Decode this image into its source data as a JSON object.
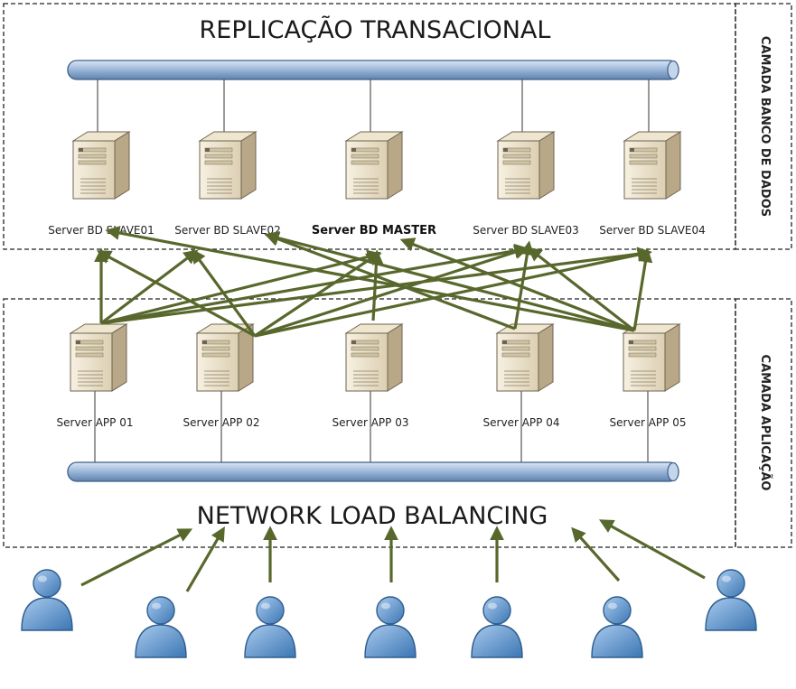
{
  "db_layer": {
    "title": "REPLICAÇÃO TRANSACIONAL",
    "side_label": "CAMADA BANCO DE DADOS",
    "servers": [
      {
        "id": "slave01",
        "label": "Server BD SLAVE01",
        "bold": false
      },
      {
        "id": "slave02",
        "label": "Server BD SLAVE02",
        "bold": false
      },
      {
        "id": "master",
        "label": "Server BD MASTER",
        "bold": true
      },
      {
        "id": "slave03",
        "label": "Server BD SLAVE03",
        "bold": false
      },
      {
        "id": "slave04",
        "label": "Server BD SLAVE04",
        "bold": false
      }
    ]
  },
  "app_layer": {
    "title": "NETWORK LOAD BALANCING",
    "side_label": "CAMADA APLICAÇÃO",
    "servers": [
      {
        "id": "app01",
        "label": "Server APP 01"
      },
      {
        "id": "app02",
        "label": "Server APP 02"
      },
      {
        "id": "app03",
        "label": "Server APP 03"
      },
      {
        "id": "app04",
        "label": "Server APP 04"
      },
      {
        "id": "app05",
        "label": "Server APP 05"
      }
    ]
  },
  "users": {
    "count": 7
  },
  "connections": [
    [
      "app01",
      "slave01"
    ],
    [
      "app01",
      "slave02"
    ],
    [
      "app01",
      "slave03"
    ],
    [
      "app01",
      "slave04"
    ],
    [
      "app01",
      "master"
    ],
    [
      "app02",
      "slave01"
    ],
    [
      "app02",
      "slave02"
    ],
    [
      "app02",
      "slave03"
    ],
    [
      "app02",
      "slave04"
    ],
    [
      "app02",
      "master"
    ],
    [
      "app03",
      "master"
    ],
    [
      "app04",
      "slave02"
    ],
    [
      "app04",
      "slave03"
    ],
    [
      "app05",
      "slave01"
    ],
    [
      "app05",
      "slave02"
    ],
    [
      "app05",
      "slave03"
    ],
    [
      "app05",
      "slave04"
    ],
    [
      "app05",
      "master"
    ]
  ],
  "colors": {
    "arrow": "#58682c",
    "bus_fill": "#9fbadb",
    "bus_stroke": "#3f5f87",
    "server_body": "#e6dcc4",
    "server_side": "#b8a888",
    "user_fill": "#5c92c8",
    "user_stroke": "#2e5d8e"
  }
}
